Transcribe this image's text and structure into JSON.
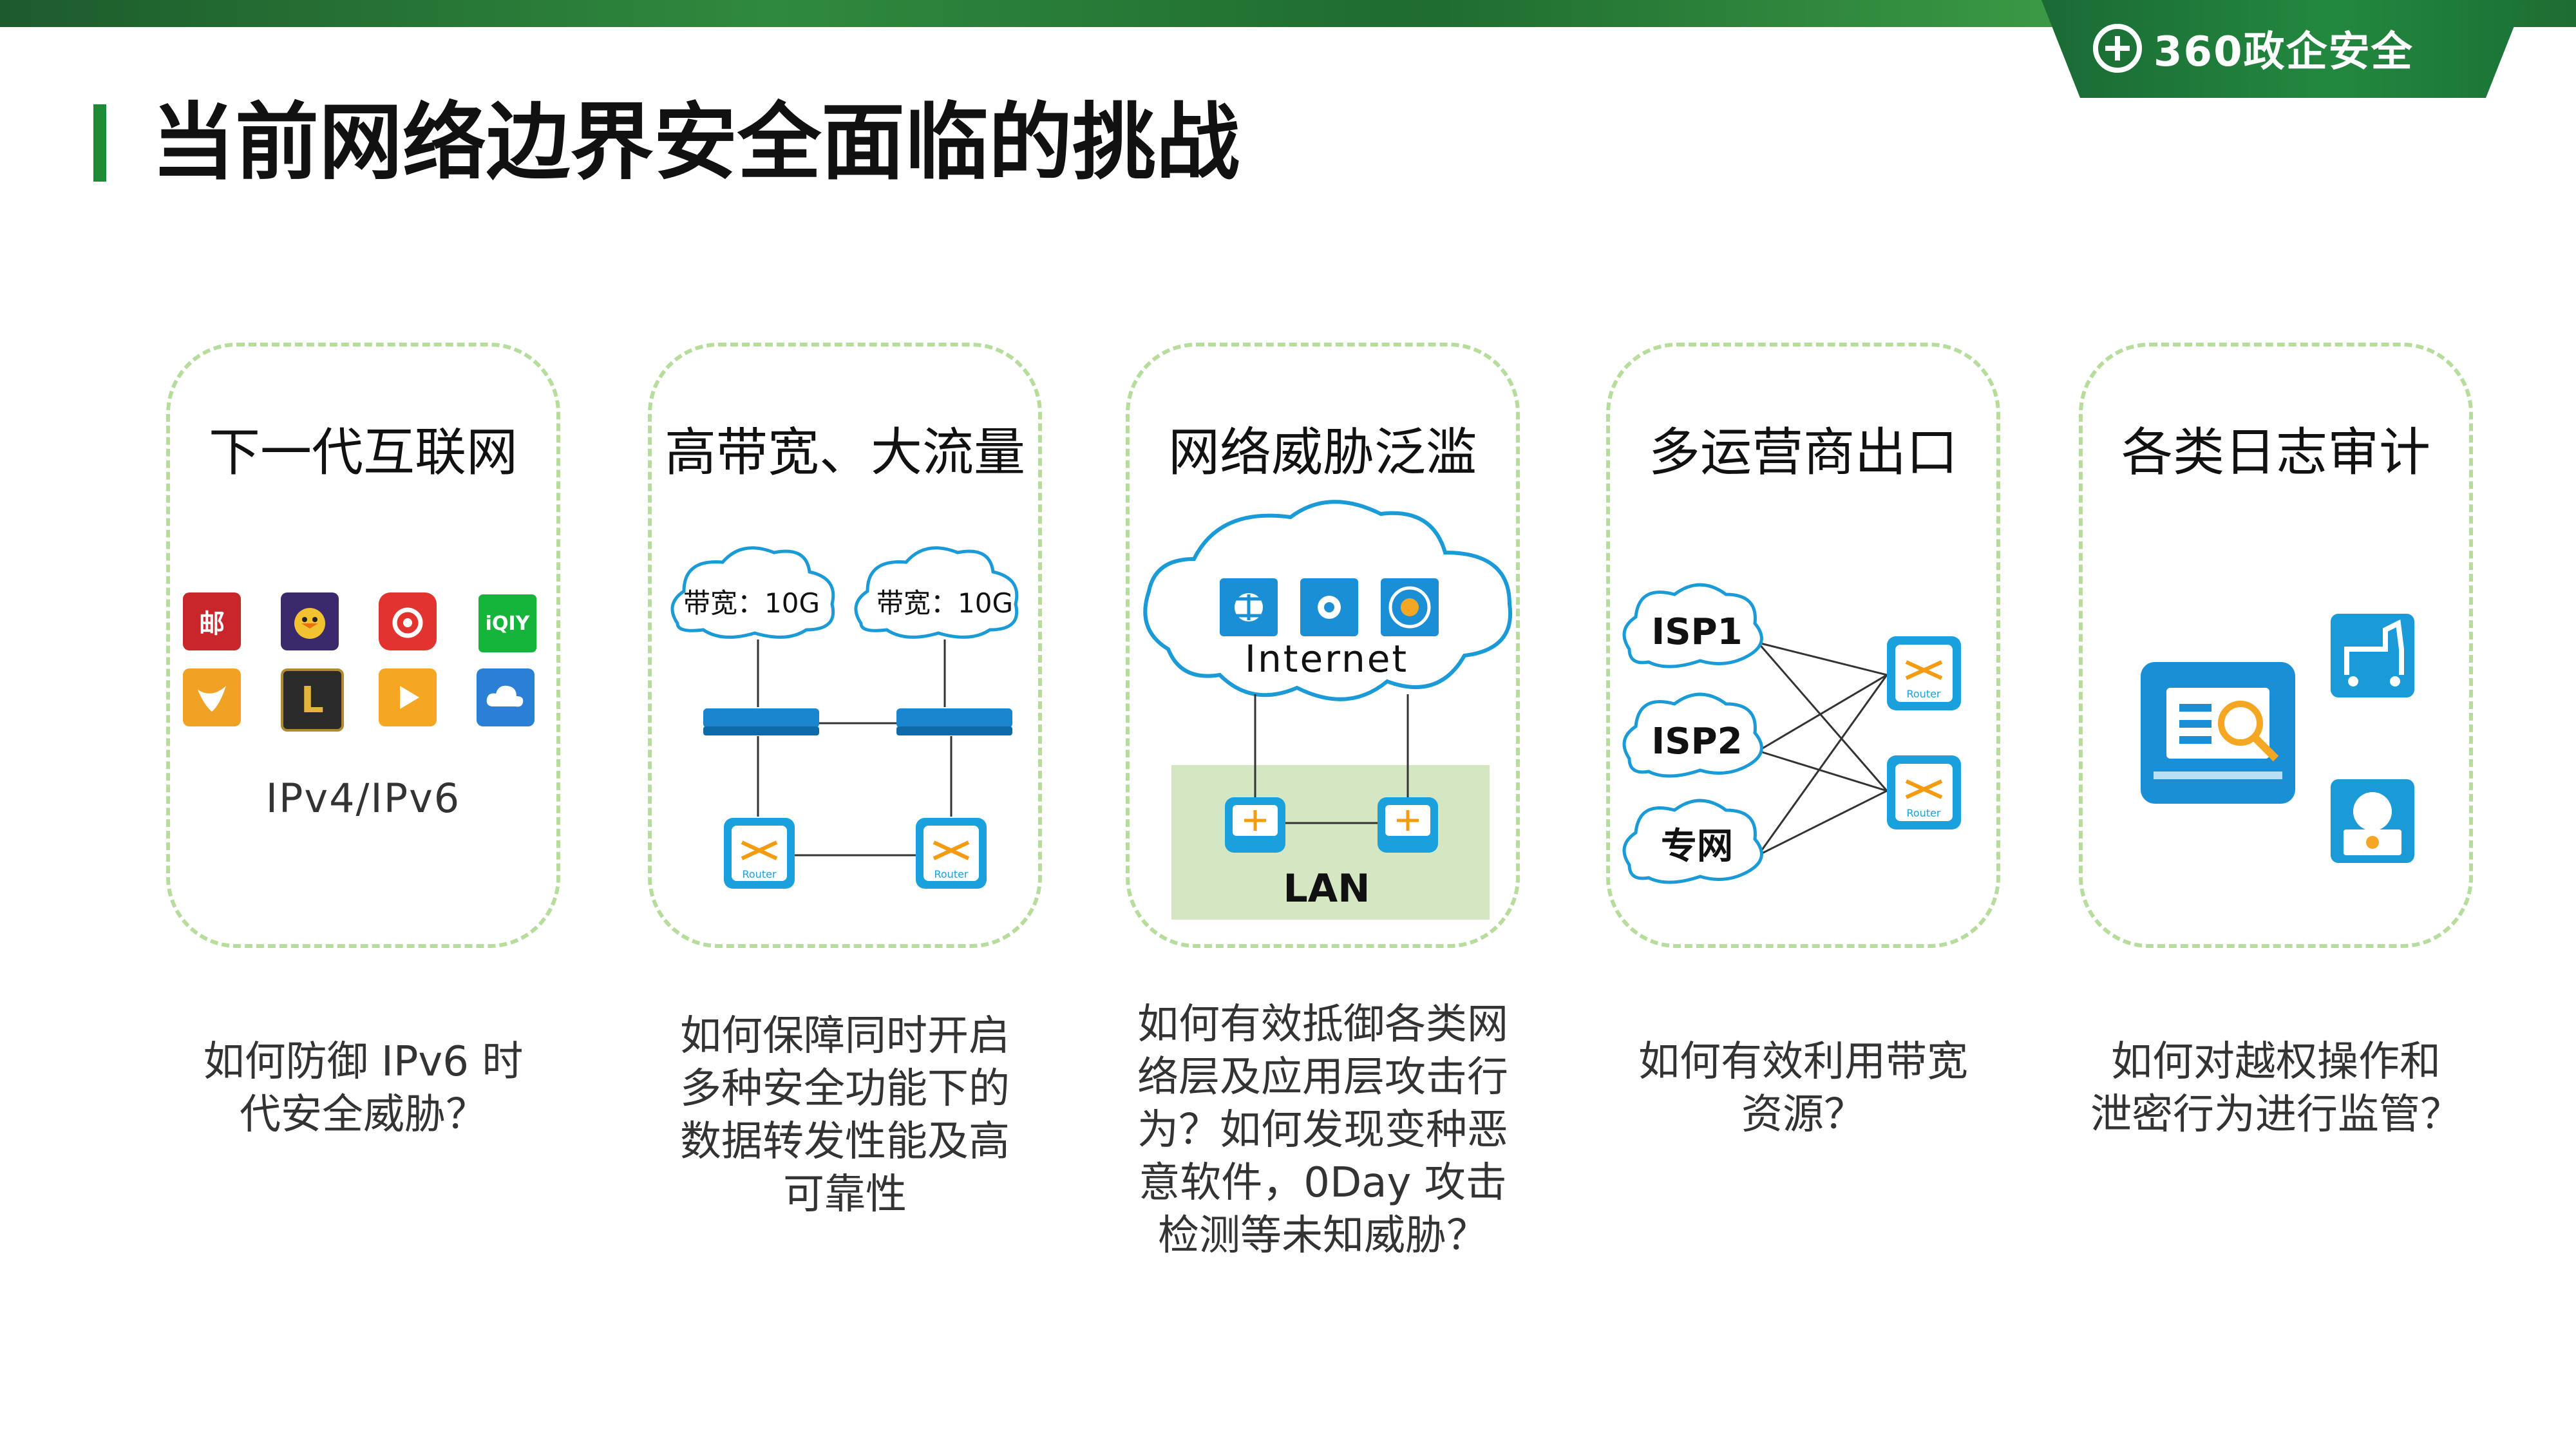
{
  "header": {
    "logo_text": "360政企安全",
    "title": "当前网络边界安全面临的挑战"
  },
  "cards": [
    {
      "title": "下一代互联网",
      "network_label": "IPv4/IPv6",
      "description": "如何防御 IPv6 时\n代安全威胁？",
      "icons": [
        "mail-app-icon",
        "game-bird-icon",
        "netease-music-icon",
        "iqiyi-icon",
        "bird-app-icon",
        "league-of-legends-icon",
        "video-player-icon",
        "cloud-app-icon"
      ],
      "icon_texts": [
        "邮",
        "iQIY",
        "L"
      ]
    },
    {
      "title": "高带宽、大流量",
      "bandwidth_1": "带宽：10G",
      "bandwidth_2": "带宽：10G",
      "router_label": "Router",
      "description": "如何保障同时开启\n多种安全功能下的\n数据转发性能及高\n可靠性"
    },
    {
      "title": "网络威胁泛滥",
      "internet_label": "Internet",
      "lan_label": "LAN",
      "description": "如何有效抵御各类网\n络层及应用层攻击行\n为？如何发现变种恶\n意软件，0Day 攻击\n检测等未知威胁？"
    },
    {
      "title": "多运营商出口",
      "isp1": "ISP1",
      "isp2": "ISP2",
      "private_net": "专网",
      "router_label": "Router",
      "description": "如何有效利用带宽\n资源？"
    },
    {
      "title": "各类日志审计",
      "description": "如何对越权操作和\n泄密行为进行监管？"
    }
  ],
  "colors": {
    "accent_green": "#1e8a36",
    "card_border": "#b7dd9d",
    "icon_blue": "#1a9ad6",
    "lan_green": "#d5e6c3"
  }
}
